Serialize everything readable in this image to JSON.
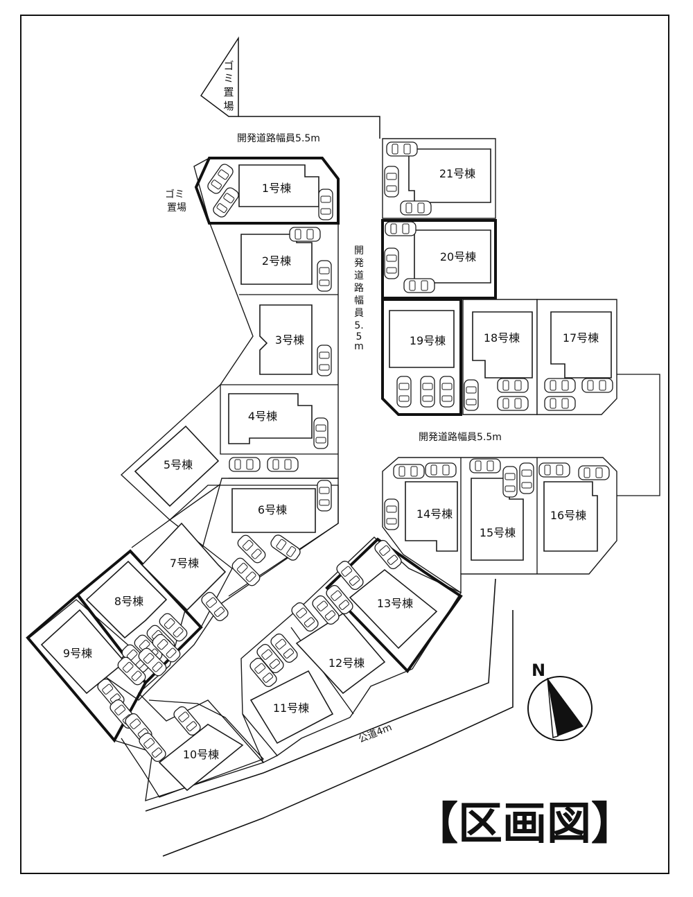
{
  "title": "【区画図】",
  "roads": {
    "north": "開発道路幅員5.5m",
    "vertical_chars": [
      "開",
      "発",
      "道",
      "路",
      "幅",
      "員",
      "5.",
      "5",
      "m"
    ],
    "middle": "開発道路幅員5.5m",
    "public": "公道4m"
  },
  "garbage": {
    "top_chars": [
      "ゴ",
      "ミ",
      "置",
      "場"
    ],
    "left_lines": [
      "ゴミ",
      "置場"
    ]
  },
  "compass": {
    "letter": "N"
  },
  "houses": [
    {
      "label": "1号棟"
    },
    {
      "label": "2号棟"
    },
    {
      "label": "3号棟"
    },
    {
      "label": "4号棟"
    },
    {
      "label": "5号棟"
    },
    {
      "label": "6号棟"
    },
    {
      "label": "7号棟"
    },
    {
      "label": "8号棟"
    },
    {
      "label": "9号棟"
    },
    {
      "label": "10号棟"
    },
    {
      "label": "11号棟"
    },
    {
      "label": "12号棟"
    },
    {
      "label": "13号棟"
    },
    {
      "label": "14号棟"
    },
    {
      "label": "15号棟"
    },
    {
      "label": "16号棟"
    },
    {
      "label": "17号棟"
    },
    {
      "label": "18号棟"
    },
    {
      "label": "19号棟"
    },
    {
      "label": "20号棟"
    },
    {
      "label": "21号棟"
    }
  ]
}
